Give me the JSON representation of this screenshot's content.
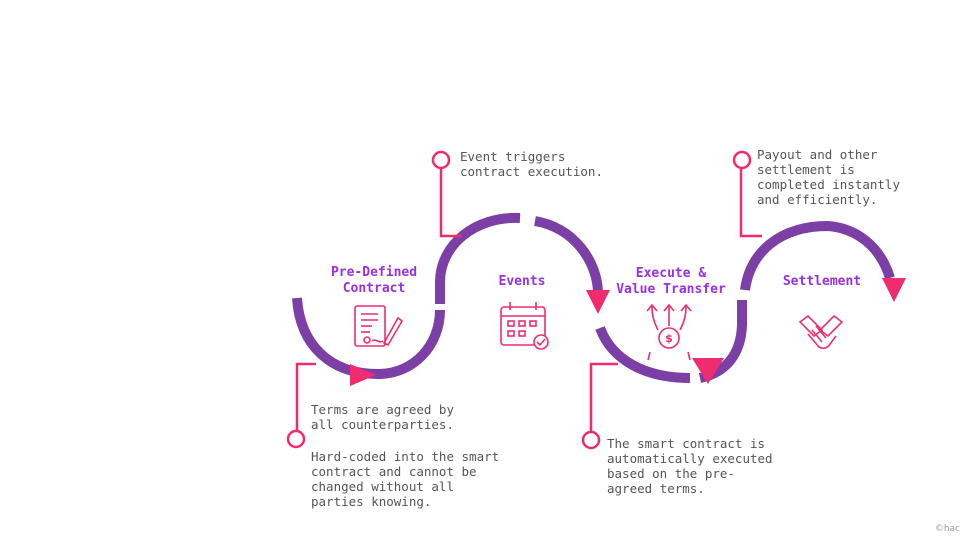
{
  "colors": {
    "path": "#7c3fa6",
    "accent": "#ef2d6e",
    "title": "#9b30e0",
    "text": "#555555"
  },
  "stages": [
    {
      "title": "Pre-Defined\nContract",
      "icon": "contract-icon"
    },
    {
      "title": "Events",
      "icon": "calendar-icon"
    },
    {
      "title": "Execute &\nValue Transfer",
      "icon": "value-transfer-icon"
    },
    {
      "title": "Settlement",
      "icon": "handshake-icon"
    }
  ],
  "notes": {
    "contract_1": "Terms are agreed by\nall counterparties.",
    "contract_2": "Hard-coded into the smart\ncontract and cannot be\nchanged without all\nparties knowing.",
    "events": "Event triggers\ncontract execution.",
    "execute": "The smart contract is\nautomatically executed\nbased on the pre-\nagreed terms.",
    "settlement": "Payout and other\nsettlement is\ncompleted instantly\nand efficiently."
  },
  "watermark": "©hac"
}
